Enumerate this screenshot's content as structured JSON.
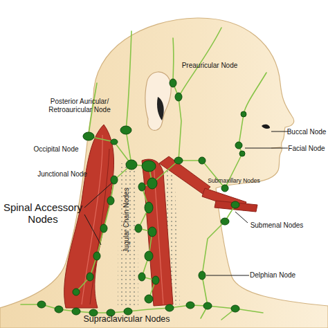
{
  "diagram": {
    "labels": [
      "Posterior Auricular/ Retroauricular Node",
      "Preauricular Node",
      "Occipital Node",
      "Junctional Node",
      "Spinal Accessory Nodes",
      "Jugular Chain Nodes",
      "Buccal Node",
      "Facial Node",
      "Submaxillary Nodes",
      "Submenal Nodes",
      "Delphian Node",
      "Supraclavicular Nodes"
    ]
  }
}
